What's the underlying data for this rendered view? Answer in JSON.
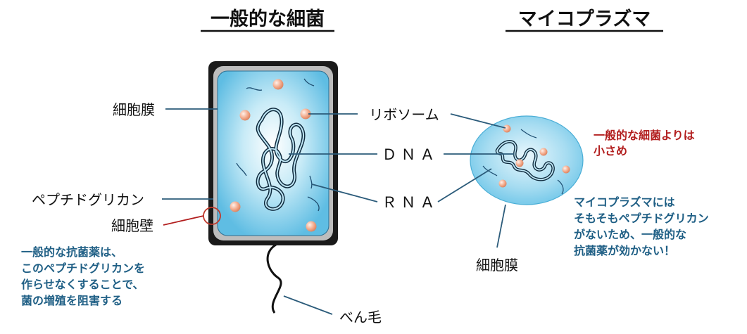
{
  "left": {
    "title": "一般的な細菌",
    "cell_membrane": "細胞膜",
    "peptidoglycan": "ペプチドグリカン",
    "cell_wall": "細胞壁",
    "note_lines": [
      "一般的な抗菌薬は、",
      "このペプチドグリカンを",
      "作らせなくすることで、",
      "菌の増殖を阻害する"
    ],
    "flagellum": "べん毛"
  },
  "center": {
    "ribosome": "リボソーム",
    "dna": "ＤＮＡ",
    "rna": "ＲＮＡ"
  },
  "right": {
    "title": "マイコプラズマ",
    "size_note_lines": [
      "一般的な細菌よりは",
      "小さめ"
    ],
    "note_lines": [
      "マイコプラズマには",
      "そもそもペプチドグリカン",
      "がないため、一般的な",
      "抗菌薬が効かない！"
    ],
    "cell_membrane": "細胞膜"
  },
  "colors": {
    "note_blue": "#1f5f85",
    "note_red": "#b21e1e",
    "leader_line": "#2b5b7a",
    "cell_wall": "#1a1a1a",
    "cytoplasm": "#7ccbea",
    "ribosome": "#f2a98a"
  }
}
